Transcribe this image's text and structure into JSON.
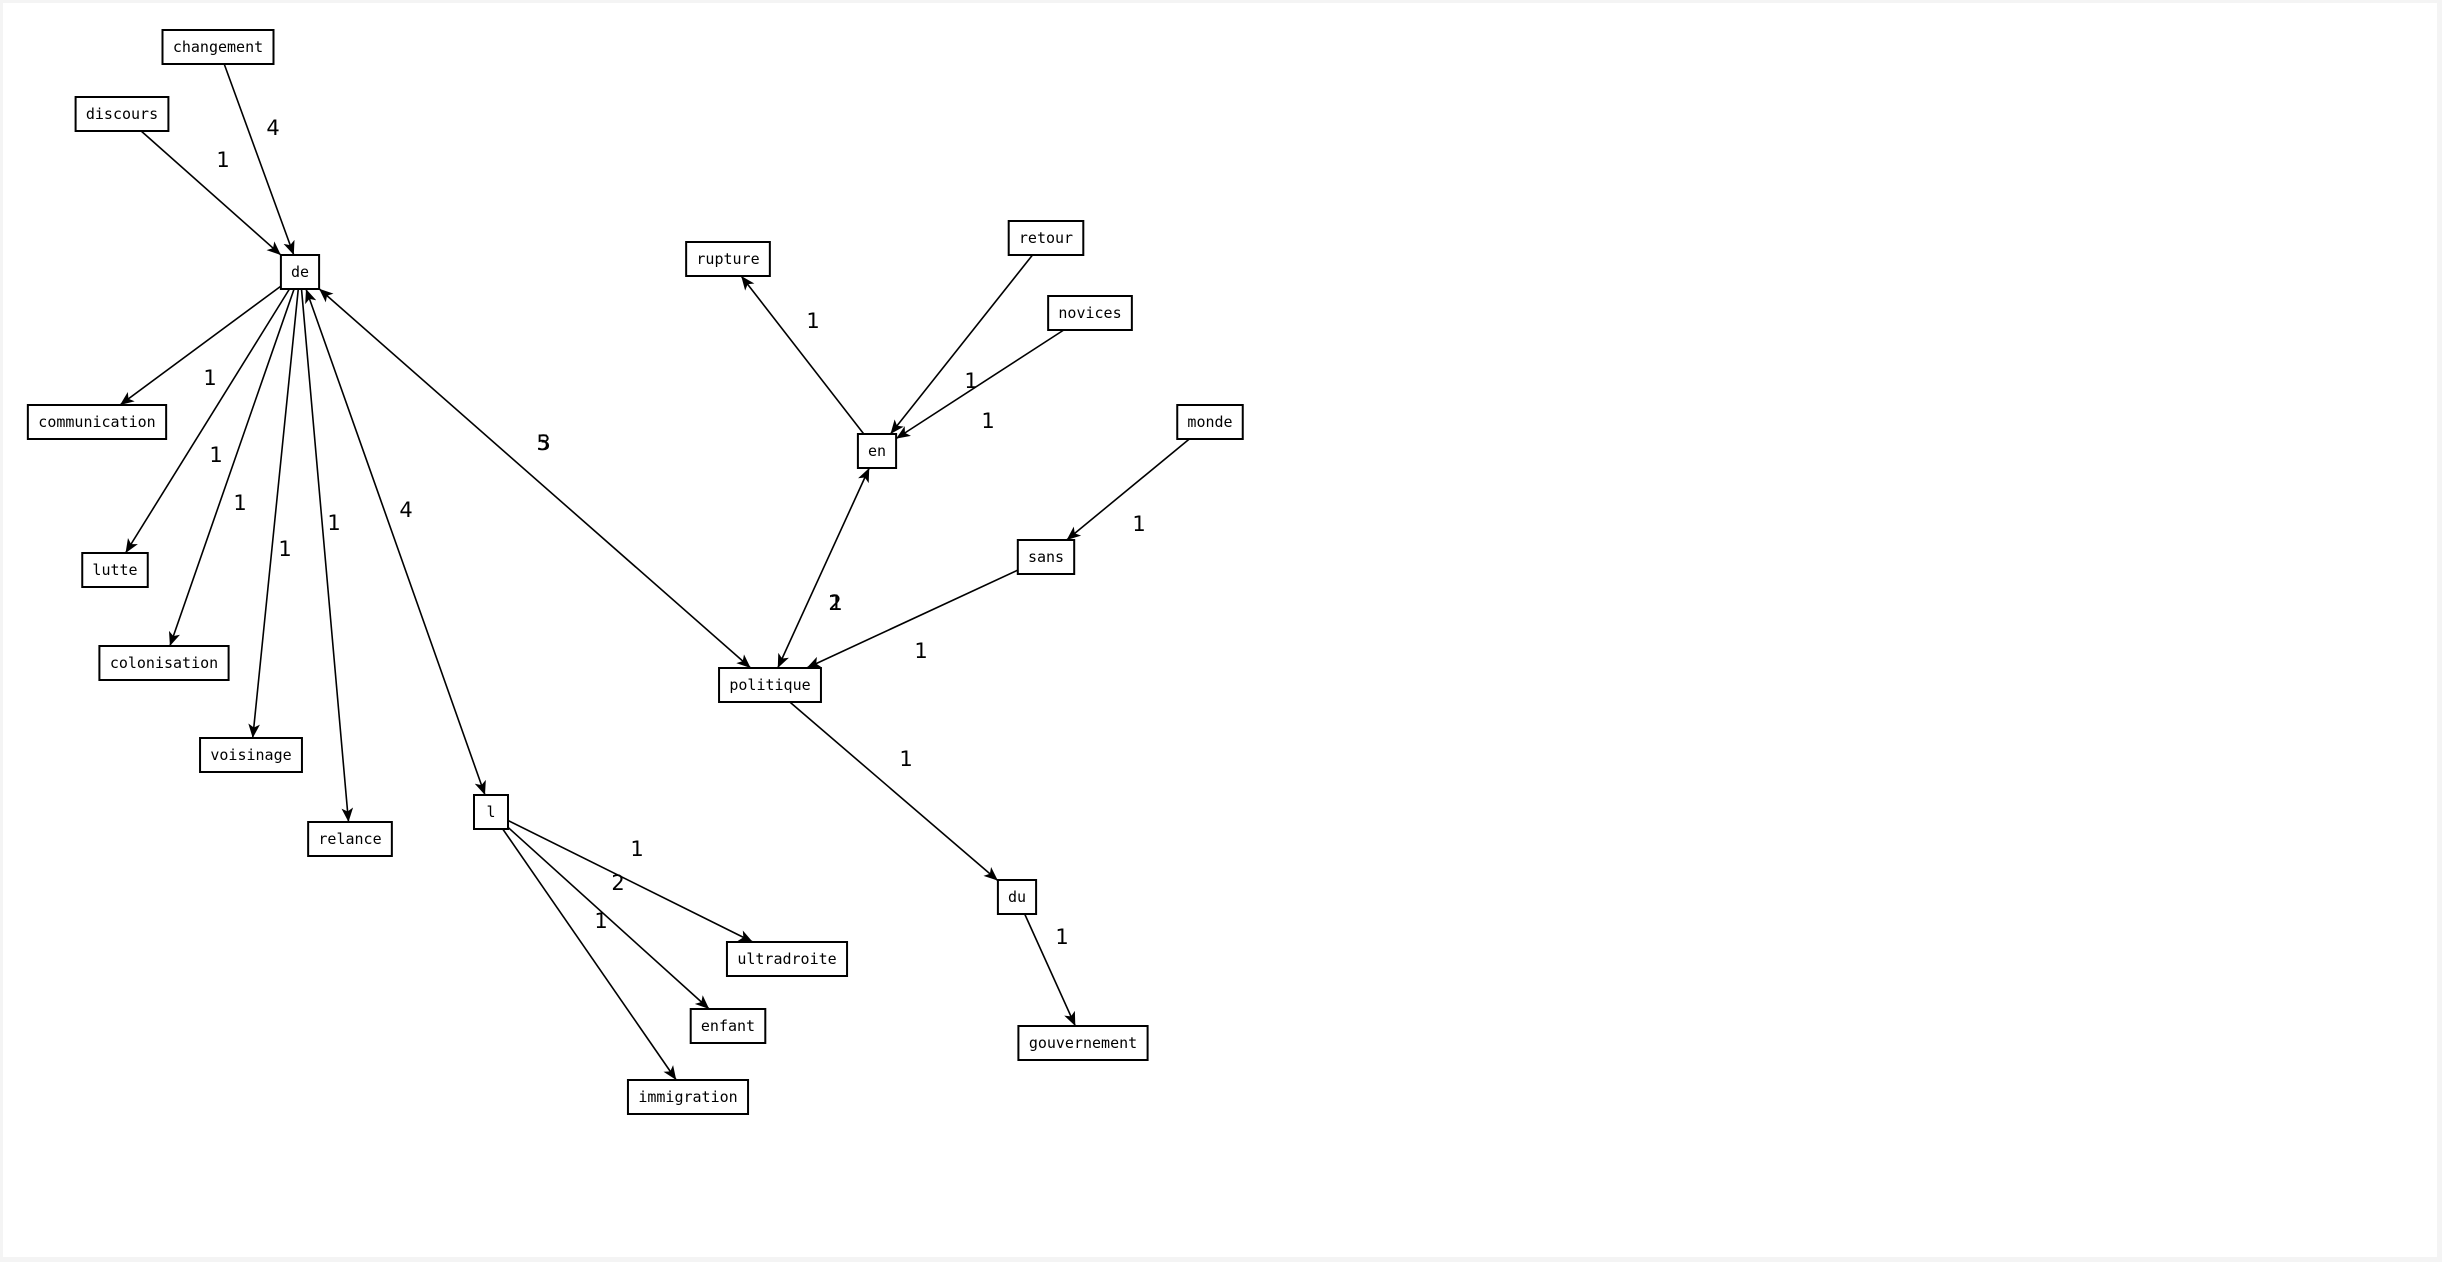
{
  "nodes": [
    {
      "id": "changement",
      "label": "changement"
    },
    {
      "id": "discours",
      "label": "discours"
    },
    {
      "id": "de",
      "label": "de"
    },
    {
      "id": "communication",
      "label": "communication"
    },
    {
      "id": "lutte",
      "label": "lutte"
    },
    {
      "id": "colonisation",
      "label": "colonisation"
    },
    {
      "id": "voisinage",
      "label": "voisinage"
    },
    {
      "id": "relance",
      "label": "relance"
    },
    {
      "id": "l",
      "label": "l"
    },
    {
      "id": "ultradroite",
      "label": "ultradroite"
    },
    {
      "id": "enfant",
      "label": "enfant"
    },
    {
      "id": "immigration",
      "label": "immigration"
    },
    {
      "id": "rupture",
      "label": "rupture"
    },
    {
      "id": "retour",
      "label": "retour"
    },
    {
      "id": "novices",
      "label": "novices"
    },
    {
      "id": "en",
      "label": "en"
    },
    {
      "id": "monde",
      "label": "monde"
    },
    {
      "id": "sans",
      "label": "sans"
    },
    {
      "id": "politique",
      "label": "politique"
    },
    {
      "id": "du",
      "label": "du"
    },
    {
      "id": "gouvernement",
      "label": "gouvernement"
    }
  ],
  "edges": [
    {
      "from": "changement",
      "to": "de",
      "weight": "4"
    },
    {
      "from": "discours",
      "to": "de",
      "weight": "1"
    },
    {
      "from": "de",
      "to": "communication",
      "weight": "1"
    },
    {
      "from": "de",
      "to": "lutte",
      "weight": "1"
    },
    {
      "from": "de",
      "to": "colonisation",
      "weight": "1"
    },
    {
      "from": "de",
      "to": "voisinage",
      "weight": "1"
    },
    {
      "from": "de",
      "to": "relance",
      "weight": "1"
    },
    {
      "from": "de",
      "to": "l",
      "weight": "4",
      "both": true
    },
    {
      "from": "de",
      "to": "politique",
      "weight": "5",
      "both": true,
      "weight2": "3"
    },
    {
      "from": "l",
      "to": "ultradroite",
      "weight": "1"
    },
    {
      "from": "l",
      "to": "enfant",
      "weight": "2"
    },
    {
      "from": "l",
      "to": "immigration",
      "weight": "1"
    },
    {
      "from": "en",
      "to": "rupture",
      "weight": "1"
    },
    {
      "from": "retour",
      "to": "en",
      "weight": "1"
    },
    {
      "from": "novices",
      "to": "en",
      "weight": "1"
    },
    {
      "from": "en",
      "to": "politique",
      "weight": "2",
      "both": true,
      "weight2": "1"
    },
    {
      "from": "monde",
      "to": "sans",
      "weight": "1"
    },
    {
      "from": "sans",
      "to": "politique",
      "weight": "1"
    },
    {
      "from": "politique",
      "to": "du",
      "weight": "1"
    },
    {
      "from": "du",
      "to": "gouvernement",
      "weight": "1"
    }
  ]
}
